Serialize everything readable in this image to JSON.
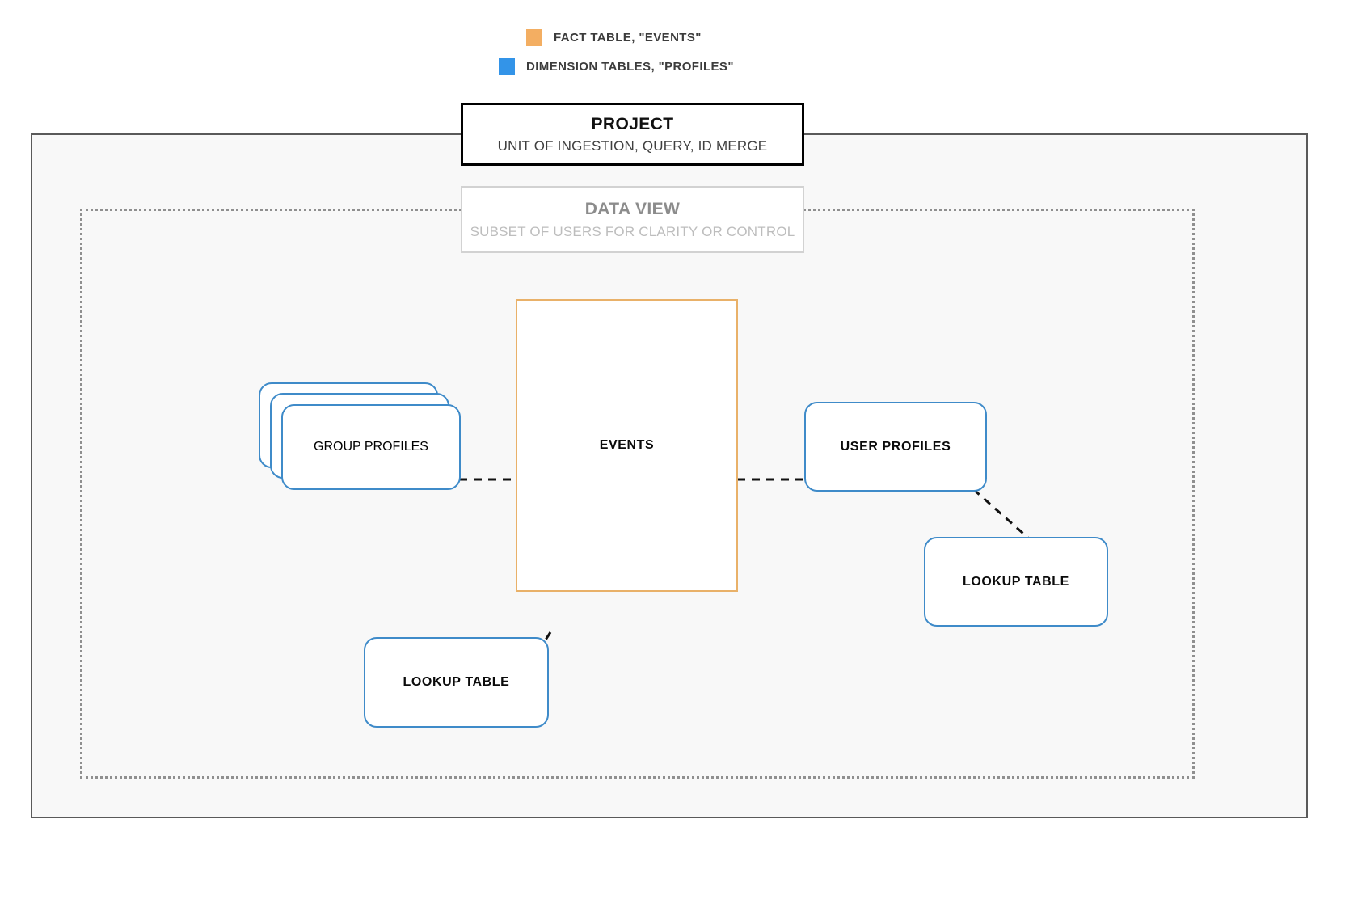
{
  "legend": {
    "items": [
      {
        "id": "fact",
        "swatch_color": "#f3ae62",
        "label": "FACT TABLE, \"EVENTS\""
      },
      {
        "id": "dimension",
        "swatch_color": "#3394e8",
        "label": "DIMENSION TABLES, \"PROFILES\""
      }
    ]
  },
  "project": {
    "title": "PROJECT",
    "subtitle": "UNIT OF INGESTION, QUERY, ID MERGE",
    "border_color": "#000000",
    "container_fill": "#f8f8f8",
    "container_border_color": "#5a5a5a"
  },
  "data_view": {
    "title": "DATA VIEW",
    "subtitle": "SUBSET OF USERS FOR CLARITY OR CONTROL",
    "border_color": "#d2d2d2",
    "title_color": "#8c8c8c",
    "subtitle_color": "#bdbdbd",
    "container_border_color": "#8f8f8f",
    "container_border_style": "dotted"
  },
  "nodes": {
    "events": {
      "label": "EVENTS",
      "type": "fact-table",
      "border_color": "#e9b169",
      "shape": "rectangle"
    },
    "group_profiles": {
      "label": "GROUP PROFILES",
      "type": "dimension-table",
      "border_color": "#3f8bc9",
      "shape": "rounded-stack",
      "stack_count": 3
    },
    "user_profiles": {
      "label": "USER PROFILES",
      "type": "dimension-table",
      "border_color": "#3f8bc9",
      "shape": "rounded-rectangle"
    },
    "lookup_table_right": {
      "label": "LOOKUP TABLE",
      "type": "dimension-table",
      "border_color": "#3f8bc9",
      "shape": "rounded-rectangle"
    },
    "lookup_table_left": {
      "label": "LOOKUP TABLE",
      "type": "dimension-table",
      "border_color": "#3f8bc9",
      "shape": "rounded-rectangle"
    }
  },
  "connectors": {
    "style": "dashed",
    "color": "#111111",
    "edges": [
      {
        "id": "group-to-events",
        "from": "group_profiles",
        "to": "events"
      },
      {
        "id": "events-to-user",
        "from": "events",
        "to": "user_profiles"
      },
      {
        "id": "user-to-lookup-right",
        "from": "user_profiles",
        "to": "lookup_table_right"
      },
      {
        "id": "events-to-lookup-left",
        "from": "events",
        "to": "lookup_table_left"
      }
    ]
  }
}
